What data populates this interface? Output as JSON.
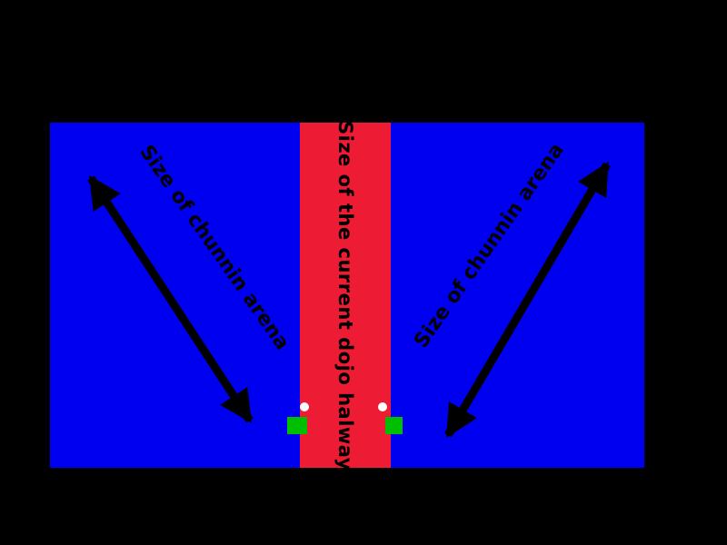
{
  "scene": {
    "left_arena_label": "Size of chunnin arena",
    "right_arena_label": "Size of chunnin arena",
    "hallway_label": "Size of the current dojo halway"
  },
  "colors": {
    "background": "#000000",
    "arena": "#0000f0",
    "hallway": "#ed1b34",
    "marker_square": "#00bf00",
    "marker_dot": "#ffffff",
    "annotation": "#000000"
  }
}
